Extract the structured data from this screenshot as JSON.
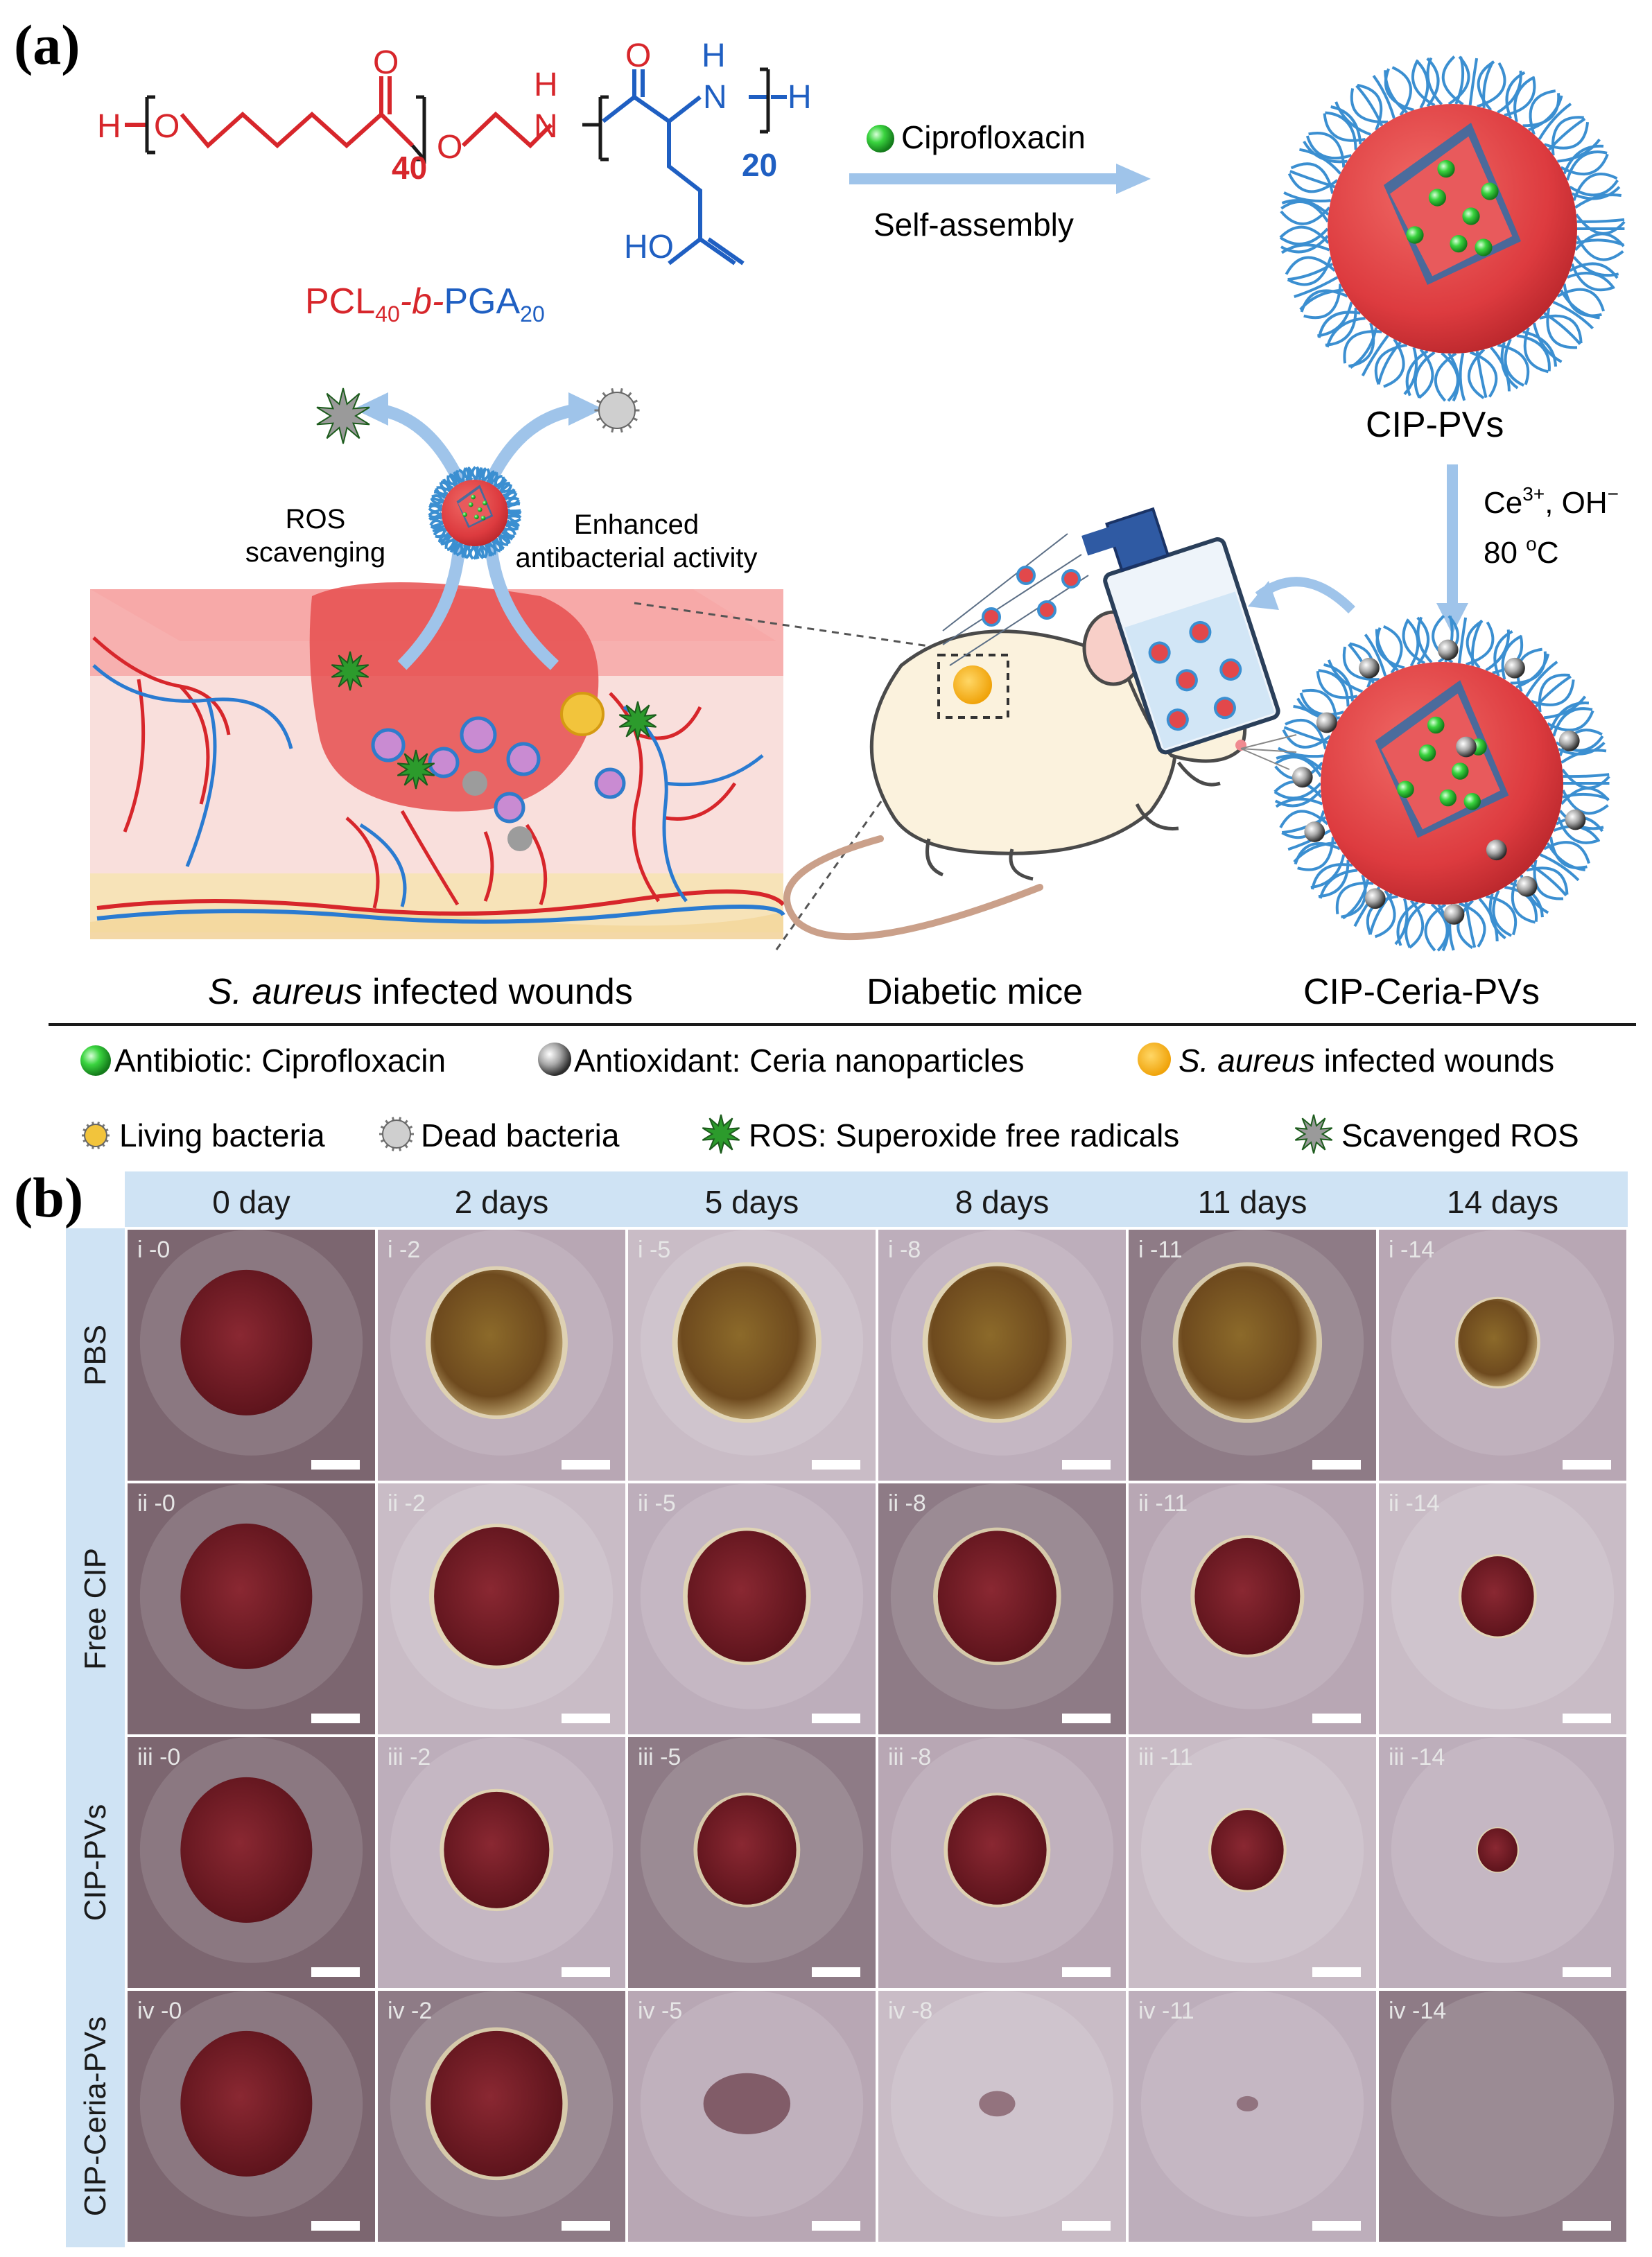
{
  "panel_a": {
    "label": "(a)",
    "polymer_name": {
      "pcl": "PCL",
      "pcl_sub": "40",
      "b": "-b-",
      "pga": "PGA",
      "pga_sub": "20"
    },
    "chem_labels": {
      "h_left": "H",
      "o1": "O",
      "o2": "O",
      "o3": "O",
      "o4": "O",
      "n1": "N",
      "h_n1": "H",
      "n2": "N",
      "h_n2": "H",
      "h_end": "H",
      "n40": "40",
      "n20": "20",
      "ho": "HO"
    },
    "step1": {
      "reagent": "Ciprofloxacin",
      "process": "Self-assembly"
    },
    "cip_pvs_label": "CIP-PVs",
    "step2": {
      "line1_a": "Ce",
      "line1_sup": "3+",
      "line1_b": ", OH",
      "line1_sup2": "−",
      "line2_a": "80 ",
      "line2_sup": "o",
      "line2_b": "C"
    },
    "cip_ceria_label": "CIP-Ceria-PVs",
    "ros_label_1": "ROS",
    "ros_label_2": "scavenging",
    "antibac_label_1": "Enhanced",
    "antibac_label_2": "antibacterial activity",
    "wound_caption_italic": "S. aureus",
    "wound_caption_rest": " infected wounds",
    "mice_caption": "Diabetic mice",
    "legend": {
      "antibiotic": "Antibiotic: Ciprofloxacin",
      "antioxidant": "Antioxidant: Ceria nanoparticles",
      "wound_italic": "S. aureus",
      "wound_rest": " infected wounds",
      "living": "Living bacteria",
      "dead": "Dead bacteria",
      "ros": "ROS: Superoxide free radicals",
      "scavenged": "Scavenged ROS"
    }
  },
  "panel_b": {
    "label": "(b)",
    "columns": [
      "0 day",
      "2 days",
      "5 days",
      "8 days",
      "11 days",
      "14 days"
    ],
    "rows": [
      {
        "name": "PBS",
        "prefix": "i",
        "wound": [
          1.0,
          1.0,
          1.05,
          1.05,
          1.05,
          0.6
        ]
      },
      {
        "name": "Free CIP",
        "prefix": "ii",
        "wound": [
          1.0,
          0.95,
          0.9,
          0.9,
          0.8,
          0.55
        ]
      },
      {
        "name": "CIP-PVs",
        "prefix": "iii",
        "wound": [
          1.0,
          0.8,
          0.75,
          0.75,
          0.55,
          0.3
        ]
      },
      {
        "name": "CIP-Ceria-PVs",
        "prefix": "iv",
        "wound": [
          1.0,
          1.0,
          0.6,
          0.25,
          0.15,
          0.0
        ]
      }
    ],
    "days": [
      "0",
      "2",
      "5",
      "8",
      "11",
      "14"
    ]
  },
  "colors": {
    "pcl_red": "#d7262b",
    "pga_blue": "#1f5fc2",
    "arrow_blue": "#9fc4ea",
    "vesicle_red": "#e2484b",
    "hair_blue": "#3b8fd1",
    "header_bg": "#cfe3f4",
    "cip_green": "#2ecc40",
    "wound_orange": "#f5b51c"
  }
}
